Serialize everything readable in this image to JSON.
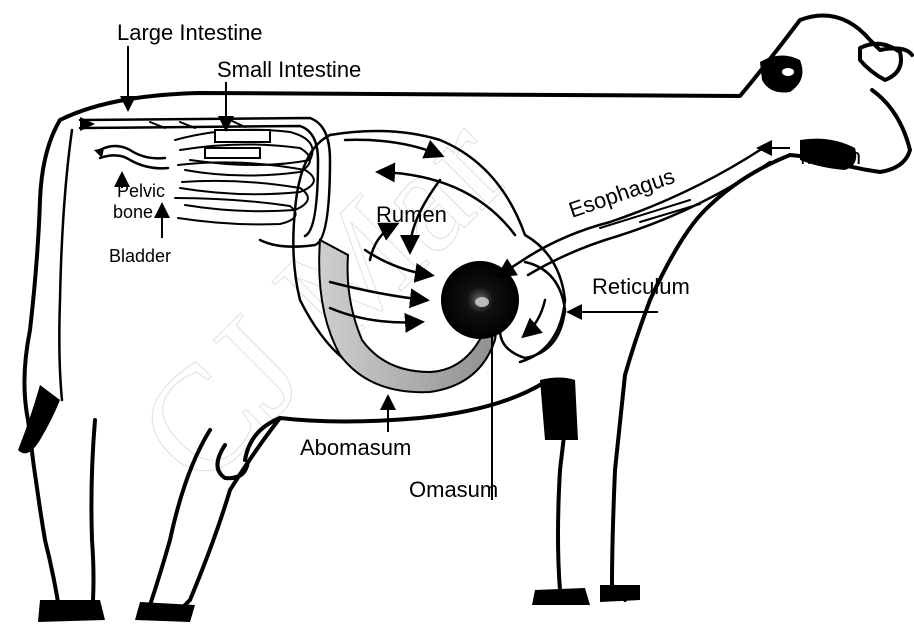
{
  "labels": {
    "large_intestine": "Large Intestine",
    "small_intestine": "Small Intestine",
    "pelvic": "Pelvic",
    "bone": "bone",
    "bladder": "Bladder",
    "rumen": "Rumen",
    "esophagus": "Esophagus",
    "mouth": "Mouth",
    "reticulum": "Reticulum",
    "abomasum": "Abomasum",
    "omasum": "Omasum"
  }
}
